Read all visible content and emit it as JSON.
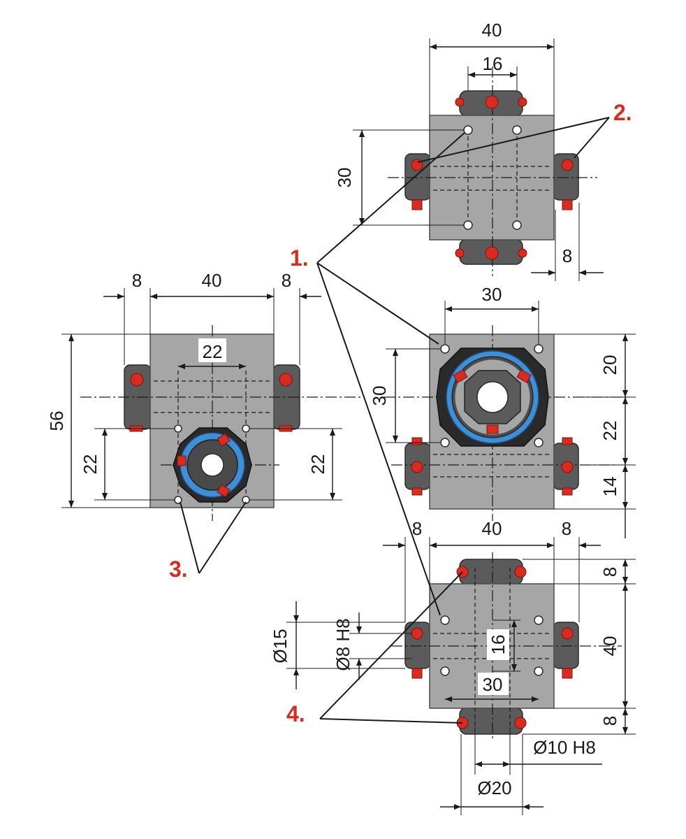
{
  "top_view": {
    "dim_width": "40",
    "dim_shaft": "16",
    "dim_hole_spacing": "30",
    "dim_boss": "8"
  },
  "left_view": {
    "dim_boss_left": "8",
    "dim_width": "40",
    "dim_boss_right": "8",
    "dim_height": "56",
    "dim_hole_spacing_h": "22",
    "dim_lower_left": "22",
    "dim_lower_right": "22"
  },
  "middle_view": {
    "dim_hole_spacing_h": "30",
    "dim_hole_spacing_v": "30",
    "dim_top": "20",
    "dim_mid": "22",
    "dim_bottom": "14"
  },
  "bottom_view": {
    "dim_boss_left": "8",
    "dim_width": "40",
    "dim_boss_right": "8",
    "dim_top": "8",
    "dim_height": "40",
    "dim_bottom": "8",
    "dim_dia15": "Ø15",
    "dim_dia8": "Ø8 H8",
    "dim_inner": "16",
    "dim_hole_spacing": "30",
    "dim_dia10": "Ø10 H8",
    "dim_dia20": "Ø20"
  },
  "callouts": {
    "c1": "1.",
    "c2": "2.",
    "c3": "3.",
    "c4": "4."
  },
  "colors": {
    "body": "#a6a6a6",
    "shaft": "#5b5b5b",
    "screw": "#d92b20",
    "bearing_ring": "#3f8fd6",
    "callout": "#d92b20"
  }
}
